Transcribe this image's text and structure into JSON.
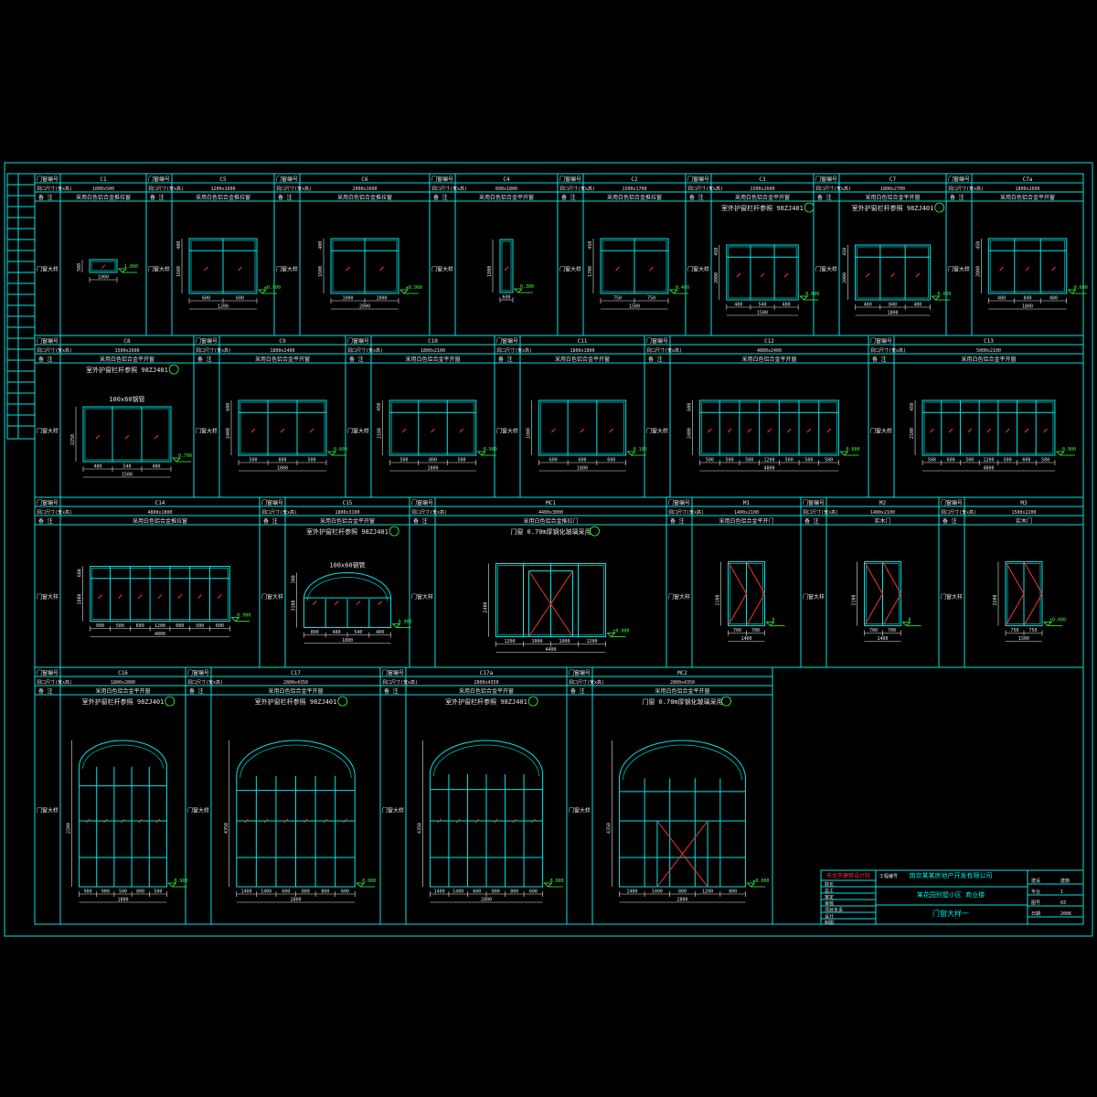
{
  "header_labels": {
    "name": "门窗编号",
    "size": "洞口尺寸(宽x高)",
    "note": "备 注",
    "elev": "门窗大样"
  },
  "panels": [
    {
      "id": "c1",
      "code": "C1",
      "size": "1000x500",
      "note": "采用白色铝合金推拉窗",
      "ref": "",
      "dims": {
        "w": [
          "1000"
        ],
        "h": [
          "500"
        ],
        "lvl": "1.800"
      }
    },
    {
      "id": "c5",
      "code": "C5",
      "size": "1200x1600",
      "note": "采用白色铝合金推拉窗",
      "ref": "",
      "dims": {
        "w": [
          "600",
          "600",
          "1200"
        ],
        "h": [
          "400",
          "1600"
        ],
        "lvl": "±0.900"
      }
    },
    {
      "id": "c6",
      "code": "C6",
      "size": "2000x1600",
      "note": "采用白色铝合金推拉窗",
      "ref": "",
      "dims": {
        "w": [
          "1000",
          "1000",
          "2000"
        ],
        "h": [
          "400",
          "1600"
        ],
        "lvl": "±0.900"
      }
    },
    {
      "id": "c4",
      "code": "C4",
      "size": "600x1800",
      "note": "采用白色铝合金平开窗",
      "ref": "",
      "dims": {
        "w": [
          "600"
        ],
        "h": [
          "1800"
        ],
        "lvl": "0.300"
      }
    },
    {
      "id": "c2",
      "code": "C2",
      "size": "1500x1700",
      "note": "采用白色铝合金推拉窗",
      "ref": "",
      "dims": {
        "w": [
          "750",
          "750",
          "1500"
        ],
        "h": [
          "450",
          "1700"
        ],
        "lvl": "0.400"
      }
    },
    {
      "id": "c3",
      "code": "C3",
      "size": "1500x2600",
      "note": "采用白色铝合金平开窗",
      "ref": "室外护窗栏杆参照 98ZJ401",
      "dims": {
        "w": [
          "480",
          "540",
          "480",
          "1500"
        ],
        "h": [
          "450",
          "2000"
        ],
        "lvl": "0.600"
      }
    },
    {
      "id": "c7",
      "code": "C7",
      "size": "1800x2700",
      "note": "采用白色铝合金平开窗",
      "ref": "室外护窗栏杆参照 98ZJ401",
      "dims": {
        "w": [
          "480",
          "840",
          "480",
          "1800"
        ],
        "h": [
          "450",
          "2000"
        ],
        "lvl": "0.600"
      }
    },
    {
      "id": "c7a",
      "code": "C7a",
      "size": "1800x2600",
      "note": "采用白色铝合金平开窗",
      "ref": "",
      "dims": {
        "w": [
          "480",
          "840",
          "480",
          "1800"
        ],
        "h": [
          "450",
          "2000"
        ],
        "lvl": "0.600"
      }
    },
    {
      "id": "c8",
      "code": "C8",
      "size": "1500x2600",
      "note": "采用白色铝合金平开窗",
      "ref": "室外护窗栏杆参照 98ZJ401",
      "ann": "100x60钢管",
      "dims": {
        "w": [
          "480",
          "540",
          "480",
          "1500"
        ],
        "h": [
          "2250"
        ],
        "lvl": "0.700"
      }
    },
    {
      "id": "c9",
      "code": "C9",
      "size": "1800x2400",
      "note": "采用白色铝合金平开窗",
      "ref": "",
      "dims": {
        "w": [
          "500",
          "800",
          "500",
          "1800"
        ],
        "h": [
          "600",
          "2400"
        ],
        "lvl": "0.600"
      }
    },
    {
      "id": "c10",
      "code": "C10",
      "size": "1800x2100",
      "note": "采用白色铝合金平开窗",
      "ref": "",
      "dims": {
        "w": [
          "500",
          "800",
          "500",
          "1800"
        ],
        "h": [
          "450",
          "2100"
        ],
        "lvl": "0.900"
      }
    },
    {
      "id": "c11",
      "code": "C11",
      "size": "1800x1800",
      "note": "采用白色铝合金平开窗",
      "ref": "",
      "dims": {
        "w": [
          "600",
          "600",
          "600",
          "1800"
        ],
        "h": [
          "1800"
        ],
        "lvl": "0.100"
      }
    },
    {
      "id": "c12",
      "code": "C12",
      "size": "4800x2400",
      "note": "采用白色铝合金平开窗",
      "ref": "",
      "dims": {
        "w": [
          "500",
          "500",
          "500",
          "1200",
          "500",
          "500",
          "500",
          "4800"
        ],
        "h": [
          "600",
          "2400"
        ],
        "lvl": "0.600"
      }
    },
    {
      "id": "c13",
      "code": "C13",
      "size": "5000x2100",
      "note": "采用白色铝合金平开窗",
      "ref": "",
      "dims": {
        "w": [
          "500",
          "600",
          "500",
          "1200",
          "500",
          "600",
          "500",
          "4800"
        ],
        "h": [
          "450",
          "2100"
        ],
        "lvl": "0.900"
      }
    },
    {
      "id": "c14",
      "code": "C14",
      "size": "4800x1800",
      "note": "采用白色铝合金推拉窗",
      "ref": "",
      "dims": {
        "w": [
          "600",
          "500",
          "600",
          "1200",
          "600",
          "500",
          "600",
          "4800"
        ],
        "h": [
          "600",
          "1800"
        ],
        "lvl": "0.900"
      }
    },
    {
      "id": "c15",
      "code": "C15",
      "size": "1800x3100",
      "note": "采用白色铝合金平开窗",
      "ref": "室外护窗栏杆参照 98ZJ401",
      "ann": "100x60钢管",
      "dims": {
        "w": [
          "800",
          "480",
          "540",
          "480",
          "1800"
        ],
        "h": [
          "300",
          "3100"
        ],
        "lvl": "0.900"
      }
    },
    {
      "id": "mc1",
      "code": "MC1",
      "size": "4400x3000",
      "note": "采用白色铝合金推拉门",
      "ref": "门窗 0.70m厚钢化玻璃采用",
      "dims": {
        "w": [
          "1200",
          "1000",
          "1000",
          "1200",
          "4400"
        ],
        "h": [
          "2400"
        ],
        "lvl": "±0.000"
      }
    },
    {
      "id": "m1",
      "code": "M1",
      "size": "1400x2100",
      "note": "采用白色铝合金平开门",
      "ref": "",
      "dims": {
        "w": [
          "700",
          "700",
          "1400"
        ],
        "h": [
          "2100"
        ],
        "lvl": "0"
      }
    },
    {
      "id": "m2",
      "code": "M2",
      "size": "1400x2100",
      "note": "实木门",
      "ref": "",
      "dims": {
        "w": [
          "700",
          "700",
          "1400"
        ],
        "h": [
          "2100"
        ],
        "lvl": "0"
      }
    },
    {
      "id": "m3",
      "code": "M3",
      "size": "1500x2200",
      "note": "实木门",
      "ref": "",
      "dims": {
        "w": [
          "750",
          "750",
          "1500"
        ],
        "h": [
          "2200"
        ],
        "lvl": "±0.000"
      }
    },
    {
      "id": "c16",
      "code": "C16",
      "size": "1800x2800",
      "note": "采用白色铝合金平开窗",
      "ref": "室外护窗栏杆参照 98ZJ401",
      "dims": {
        "w": [
          "900",
          "900",
          "500",
          "800",
          "500",
          "1800"
        ],
        "h": [
          "2200"
        ],
        "lvl": "0.900"
      }
    },
    {
      "id": "c17",
      "code": "C17",
      "size": "2800x4350",
      "note": "采用白色铝合金平开窗",
      "ref": "室外护窗栏杆参照 98ZJ401",
      "dims": {
        "w": [
          "1400",
          "1400",
          "600",
          "800",
          "800",
          "600",
          "2800"
        ],
        "h": [
          "4350"
        ],
        "lvl": "0.000"
      }
    },
    {
      "id": "c17a",
      "code": "C17a",
      "size": "2800x4350",
      "note": "采用白色铝合金平开窗",
      "ref": "室外护窗栏杆参照 98ZJ401",
      "dims": {
        "w": [
          "1400",
          "1400",
          "600",
          "800",
          "800",
          "600",
          "2800"
        ],
        "h": [
          "4350"
        ],
        "lvl": "0.000"
      }
    },
    {
      "id": "mc2",
      "code": "MC2",
      "size": "2800x4350",
      "note": "采用白色铝合金平开窗",
      "ref": "门窗 0.70m厚钢化玻璃采用",
      "dims": {
        "w": [
          "1400",
          "1400",
          "800",
          "1200",
          "800",
          "2800"
        ],
        "h": [
          "4350"
        ],
        "lvl": "±0.000"
      }
    }
  ],
  "title_block": {
    "design_institute": "东北市建筑设计院",
    "project_no": "工程编号",
    "client": "南京某某房地产开发有限公司",
    "project": "某花园别墅小区 商业楼",
    "drawing_title": "门窗大样一",
    "labels": [
      "院长",
      "总工",
      "审定",
      "审核",
      "项目负责",
      "设计",
      "制图"
    ],
    "right_labels": [
      "建设",
      "专业",
      "图号",
      "日期"
    ],
    "right_values": [
      "建施",
      "1",
      "03",
      "2006"
    ]
  },
  "colors": {
    "frame": "#00e5e5",
    "dim": "#e6e6e6",
    "mark": "#ff3030",
    "level": "#3cff3c",
    "background": "#000000"
  }
}
